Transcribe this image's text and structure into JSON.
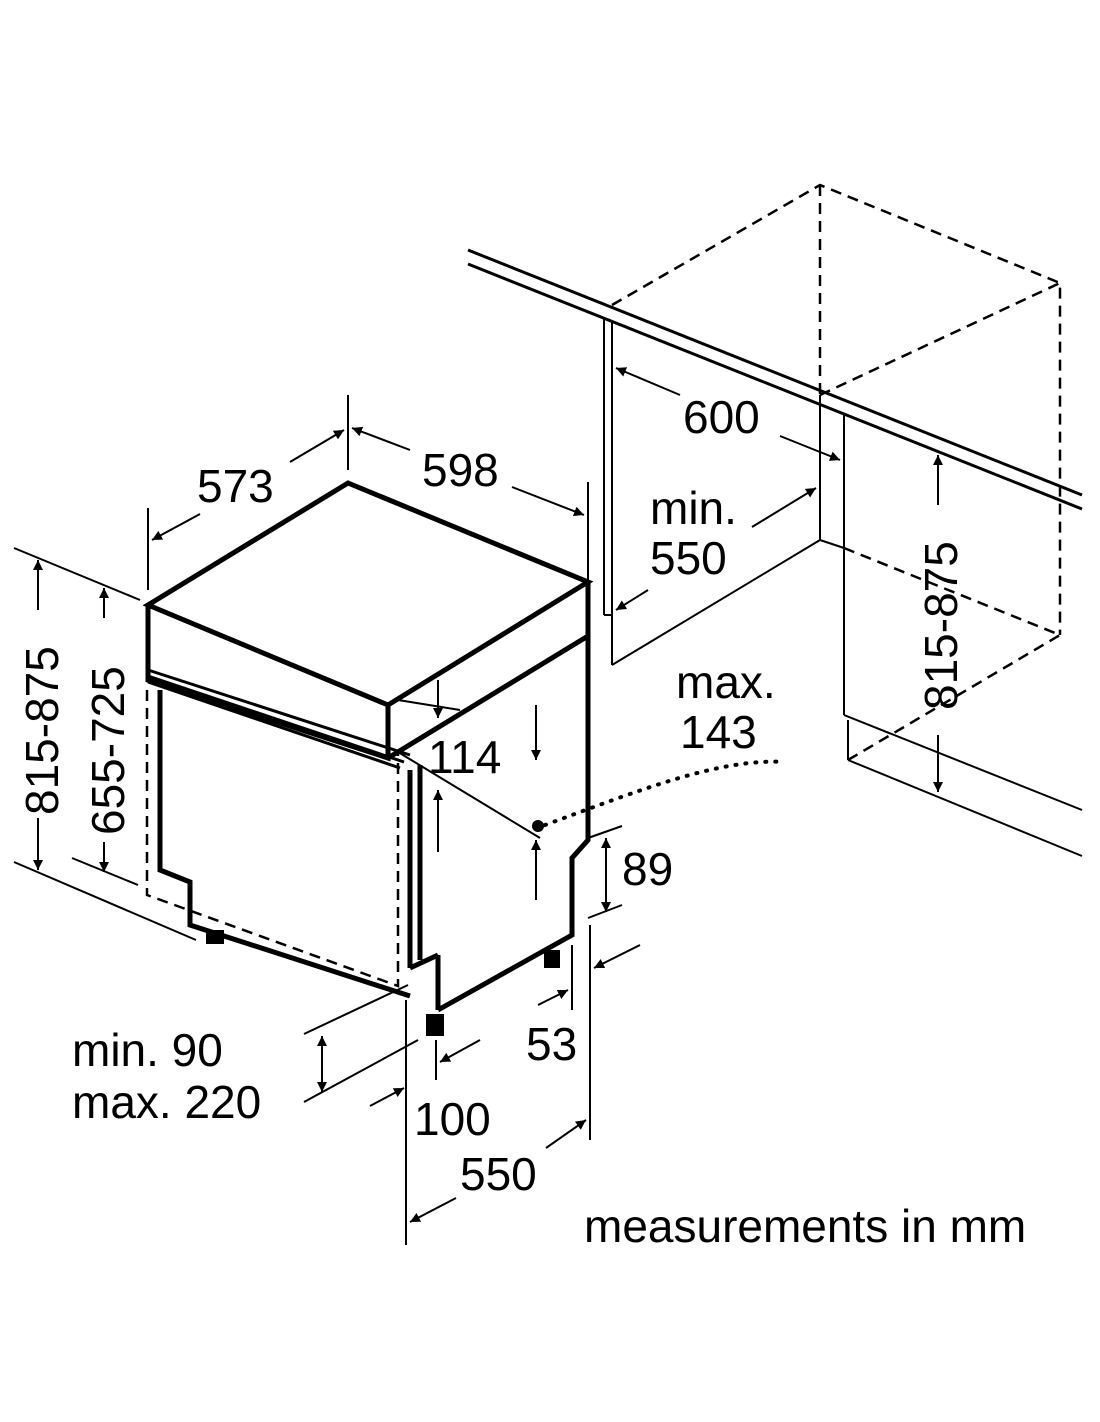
{
  "labels": {
    "d598": "598",
    "d573": "573",
    "d600": "600",
    "min550_a": "min.",
    "min550_b": "550",
    "h815_875_left": "815-875",
    "h655_725": "655-725",
    "h815_875_right": "815-875",
    "d114": "114",
    "max143_a": "max.",
    "max143_b": "143",
    "d89": "89",
    "d53": "53",
    "min90": "min. 90",
    "max220": "max. 220",
    "d100": "100",
    "d550": "550",
    "units": "measurements in mm"
  }
}
